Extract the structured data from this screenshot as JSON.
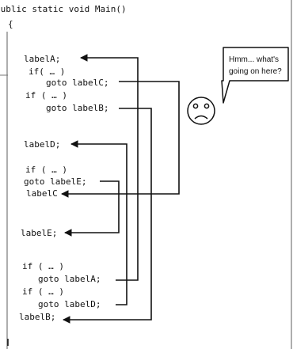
{
  "header": {
    "signature": "public static void Main()",
    "open_brace": "{"
  },
  "code": {
    "labelA": "labelA;",
    "if_a": "if( … )",
    "goto_c": "goto labelC;",
    "if_b": "if ( … )",
    "goto_b": "goto labelB;",
    "labelD": "labelD;",
    "if_c": "if ( … )",
    "goto_e": "goto labelE;",
    "labelC": "labelC",
    "labelE": "labelE;",
    "if_d": "if ( … )",
    "goto_a": "goto labelA;",
    "if_e": "if ( … )",
    "goto_d": "goto labelD;",
    "labelB": "labelB;"
  },
  "bubble": {
    "line1": "Hmm... what's",
    "line2": "going on here?"
  },
  "colors": {
    "ink": "#111111",
    "background": "#ffffff"
  },
  "icons": {
    "face": "sad-face-icon"
  }
}
